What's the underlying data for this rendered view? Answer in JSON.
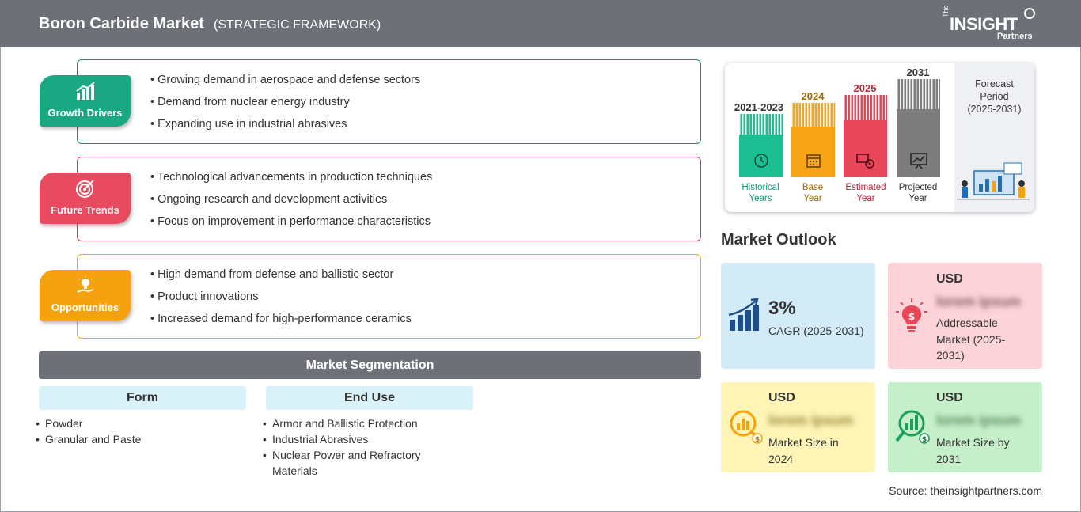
{
  "header": {
    "title": "Boron Carbide Market",
    "subtitle": "(STRATEGIC FRAMEWORK)",
    "logo": {
      "the": "The",
      "insight": "INSIGHT",
      "partners": "Partners"
    }
  },
  "framework": [
    {
      "label": "Growth Drivers",
      "color": "#1aa882",
      "border": "#1a8c6e",
      "items": [
        "Growing demand in aerospace and defense sectors",
        "Demand from nuclear energy industry",
        "Expanding use in industrial abrasives"
      ]
    },
    {
      "label": "Future Trends",
      "color": "#e84a5f",
      "border": "#d23c50",
      "items": [
        "Technological advancements in production techniques",
        "Ongoing research and development activities",
        "Focus on improvement in performance characteristics"
      ]
    },
    {
      "label": "Opportunities",
      "color": "#f5a20e",
      "border": "#f0b000",
      "items": [
        "High demand from defense and ballistic sector",
        "Product innovations",
        "Increased demand for high-performance ceramics"
      ]
    }
  ],
  "segmentation": {
    "title": "Market Segmentation",
    "columns": [
      {
        "heading": "Form",
        "items": [
          "Powder",
          "Granular and Paste"
        ]
      },
      {
        "heading": "End Use",
        "items": [
          "Armor and Ballistic Protection",
          "Industrial Abrasives",
          "Nuclear Power and Refractory Materials"
        ]
      }
    ]
  },
  "timeline": {
    "bars": [
      {
        "year": "2021-2023",
        "label1": "Historical",
        "label2": "Years",
        "color": "#1bbf92",
        "year_color": "#14987a",
        "label_color": "#14987a"
      },
      {
        "year": "2024",
        "label1": "Base",
        "label2": "Year",
        "color": "#f7a416",
        "year_color": "#a06a00",
        "label_color": "#a06a00"
      },
      {
        "year": "2025",
        "label1": "Estimated",
        "label2": "Year",
        "color": "#e8475a",
        "year_color": "#b8263a",
        "label_color": "#b8263a"
      },
      {
        "year": "2031",
        "label1": "Projected",
        "label2": "Year",
        "color": "#7d7d7d",
        "year_color": "#333333",
        "label_color": "#333333"
      }
    ],
    "forecast": {
      "line1": "Forecast",
      "line2": "Period",
      "line3": "(2025-2031)"
    }
  },
  "outlook": {
    "title": "Market Outlook",
    "cagr": {
      "value": "3%",
      "label": "CAGR (2025-2031)",
      "bg": "#d3ebf7"
    },
    "addressable": {
      "usd": "USD",
      "value": "lorem ipsum",
      "line1": "Addressable",
      "line2": "Market (2025-",
      "line3": "2031)",
      "bg": "#fbd3d8"
    },
    "size2024": {
      "usd": "USD",
      "value": "lorem ipsum",
      "line1": "Market Size in",
      "line2": "2024",
      "bg": "#fdf4b5"
    },
    "size2031": {
      "usd": "USD",
      "value": "lorem ipsum",
      "line1": "Market Size by",
      "line2": "2031",
      "bg": "#c5efc8"
    }
  },
  "source": "Source: theinsightpartners.com"
}
